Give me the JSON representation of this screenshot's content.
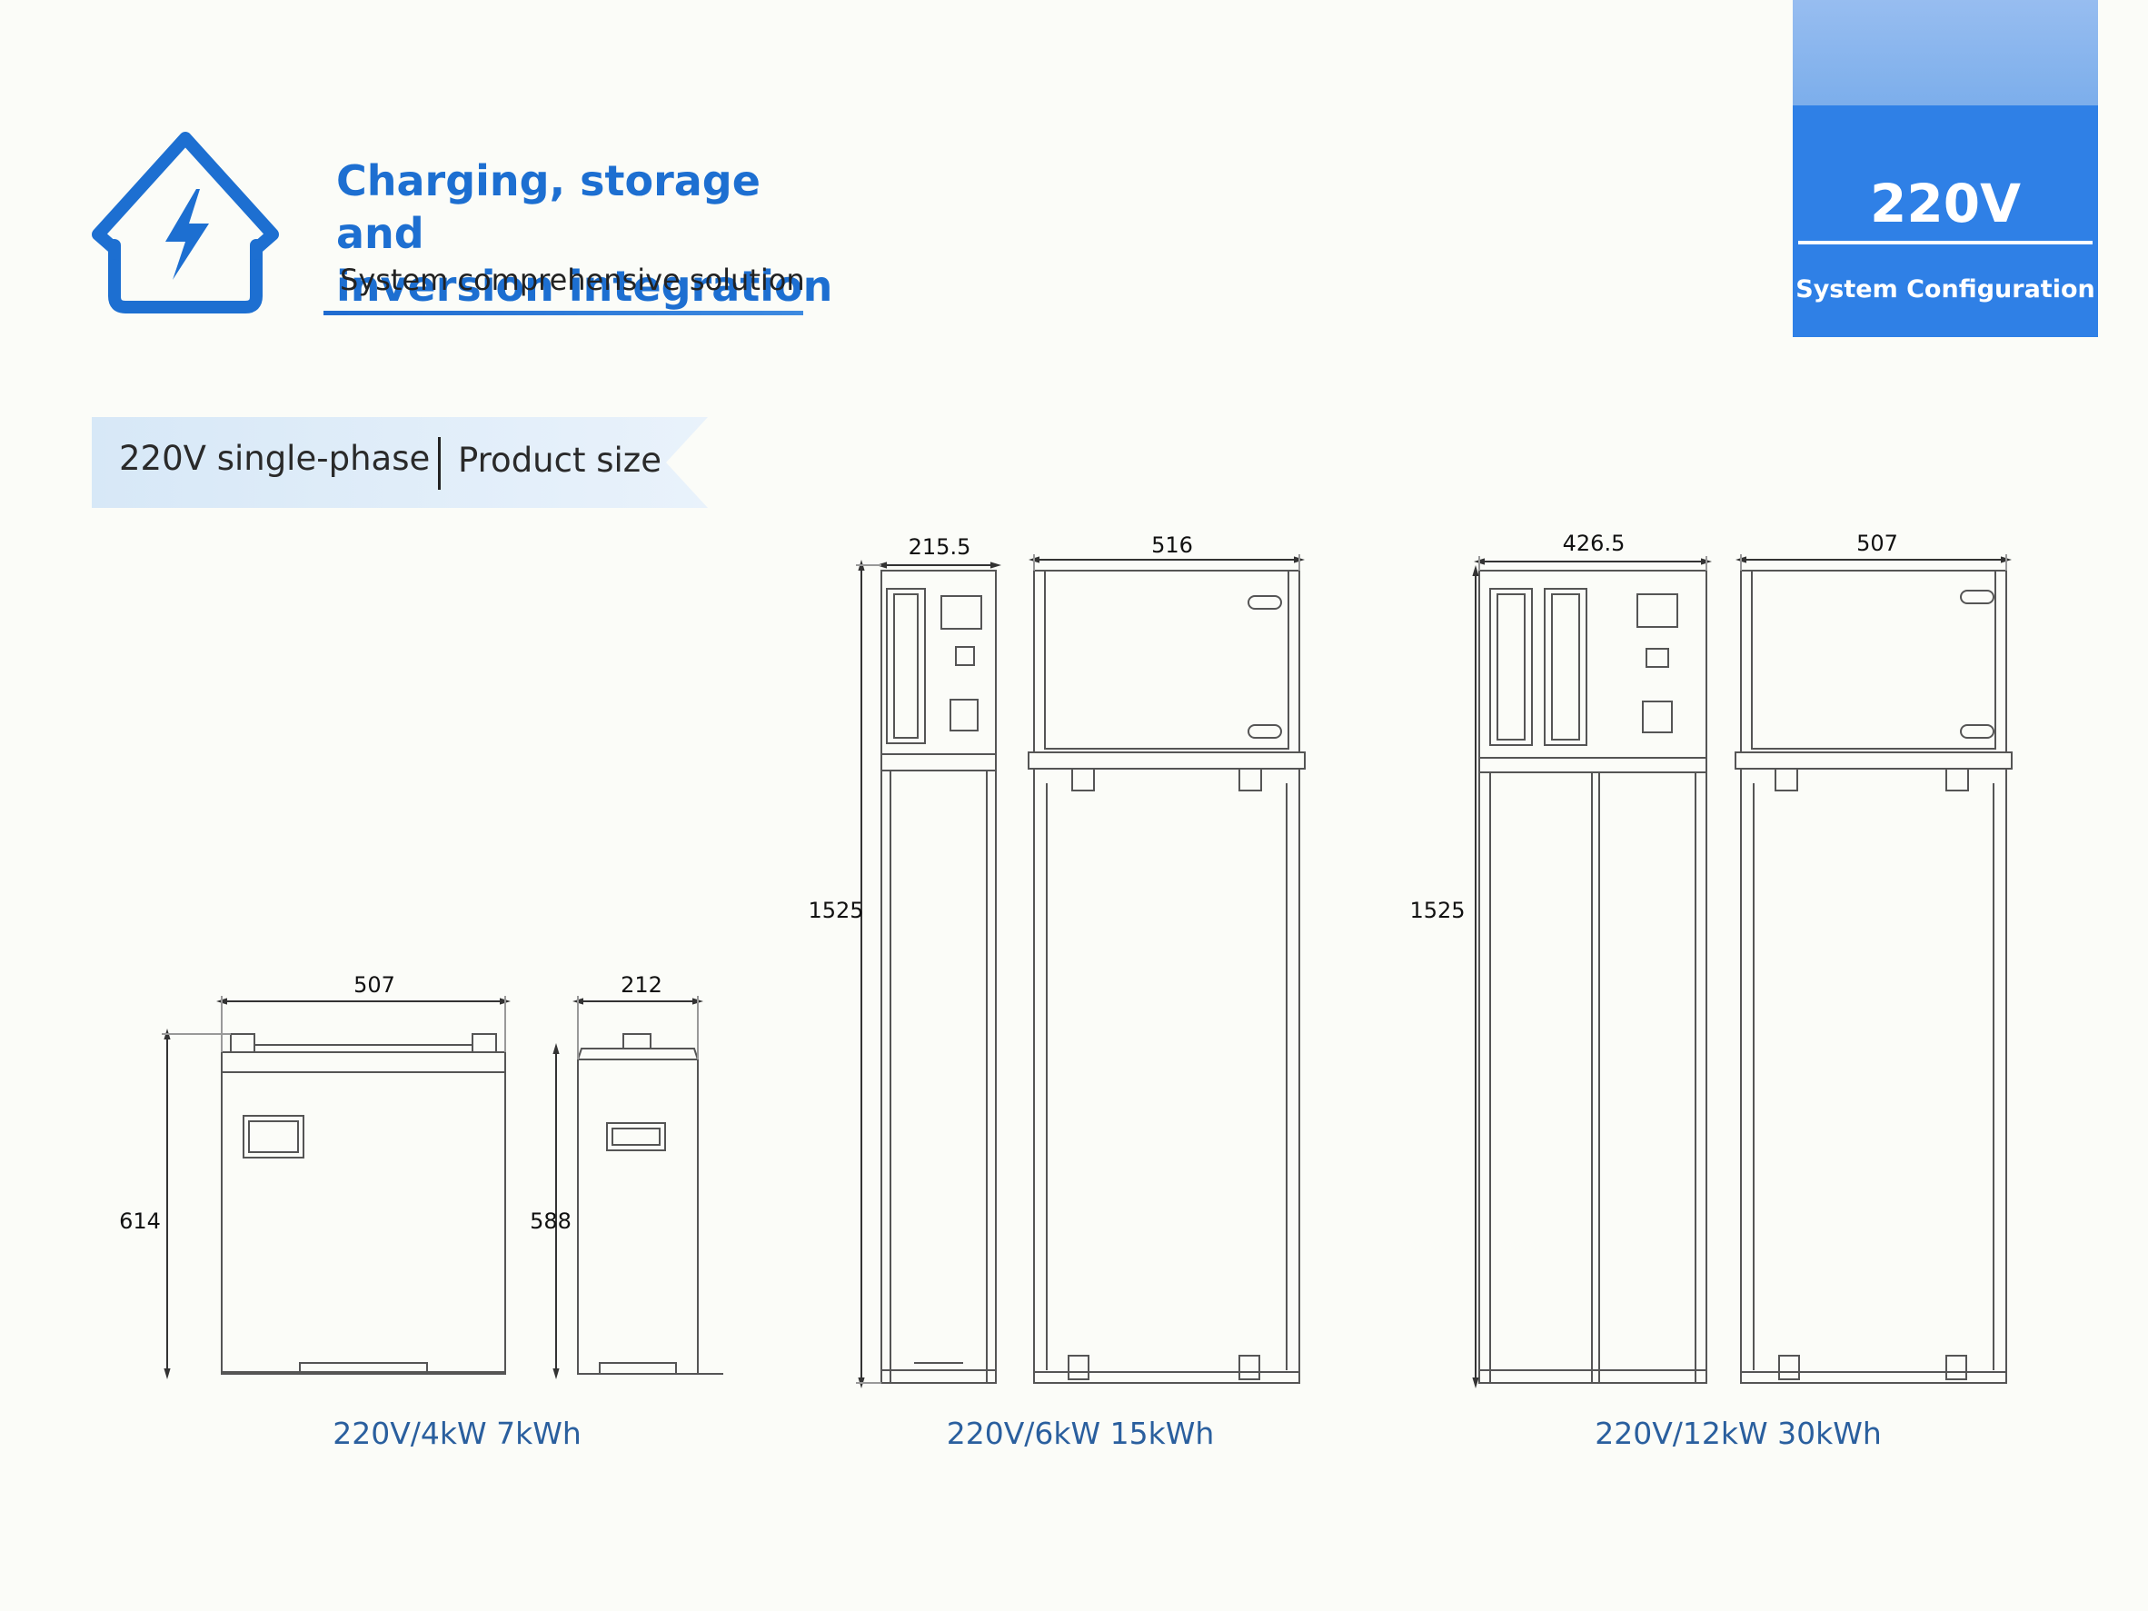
{
  "header": {
    "title_line1": "Charging, storage and",
    "title_line2": "inversion integration",
    "subtitle": "System comprehensive solution",
    "icon": "house-lightning-icon"
  },
  "badge": {
    "title": "220V",
    "subtitle": "System Configuration"
  },
  "section_tag": {
    "left": "220V single-phase",
    "right": "Product size"
  },
  "products": [
    {
      "caption": "220V/4kW 7kWh",
      "front_width": "507",
      "side_width": "212",
      "front_height": "614",
      "side_height": "588"
    },
    {
      "caption": "220V/6kW 15kWh",
      "side_width": "215.5",
      "front_width": "516",
      "height": "1525"
    },
    {
      "caption": "220V/12kW 30kWh",
      "front_width": "426.5",
      "side_width": "507",
      "height": "1525"
    }
  ],
  "colors": {
    "brand_blue": "#1d6fd1",
    "badge_blue": "#2f80e6",
    "caption_blue": "#2a5f9e"
  }
}
